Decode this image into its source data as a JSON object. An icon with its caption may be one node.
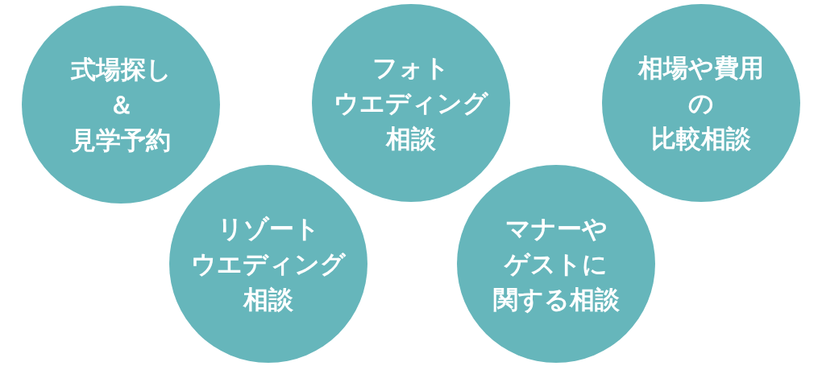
{
  "diagram": {
    "nodes": [
      {
        "text": [
          "式場探し＆見学予約"
        ]
      },
      {
        "text": [
          "フォトウエディング相談"
        ]
      },
      {
        "text": [
          "相場や費用の比較相談"
        ]
      },
      {
        "text": [
          "リゾートウエディング相談"
        ]
      },
      {
        "text": [
          "マナーやゲストに関する相談"
        ]
      }
    ]
  }
}
